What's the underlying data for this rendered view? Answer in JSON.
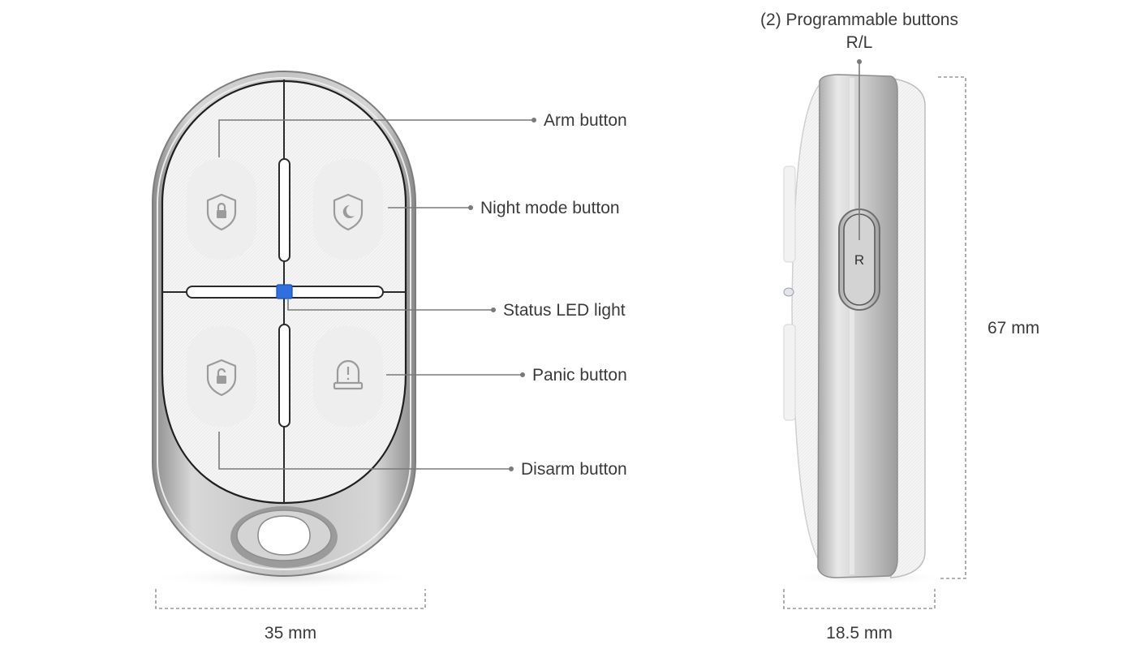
{
  "labels": {
    "arm": "Arm button",
    "night": "Night mode button",
    "led": "Status LED light",
    "panic": "Panic button",
    "disarm": "Disarm button",
    "programmable_line1": "(2) Programmable buttons",
    "programmable_line2": "R/L",
    "side_button": "R"
  },
  "dimensions": {
    "width": "35 mm",
    "height": "67 mm",
    "depth": "18.5 mm"
  },
  "icons": {
    "arm": "shield-lock-icon",
    "night": "shield-moon-icon",
    "disarm": "shield-unlock-icon",
    "panic": "alarm-bell-icon"
  },
  "colors": {
    "led": "#2f6fe0",
    "leader_line": "#7a7a7a",
    "dimension_line": "#9a9a9a"
  }
}
